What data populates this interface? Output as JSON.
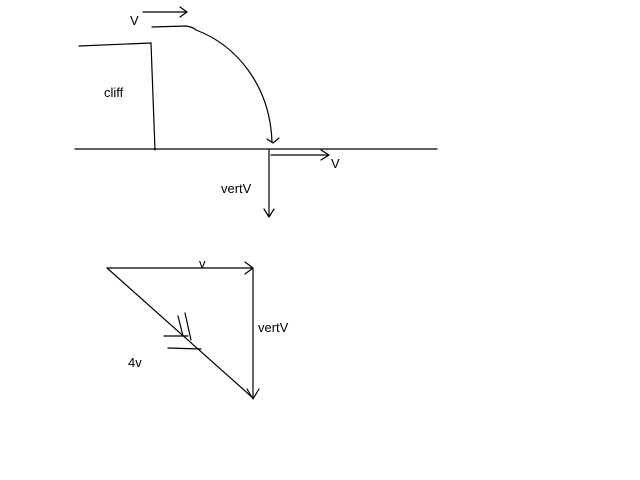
{
  "diagram": {
    "labels": {
      "top_velocity": "V",
      "cliff": "cliff",
      "landing_velocity": "V",
      "landing_vertical": "vertV",
      "triangle_horizontal": "v",
      "triangle_vertical": "vertV",
      "triangle_resultant": "4v"
    },
    "stroke_color": "#000000",
    "background_color": "#ffffff"
  }
}
